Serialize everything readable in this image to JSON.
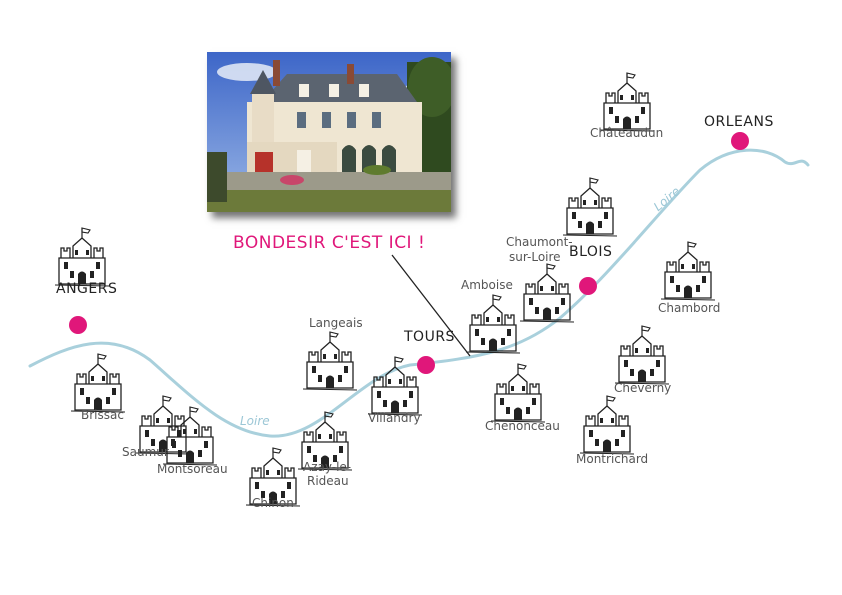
{
  "title": "BONDESIR C'EST ICI !",
  "river": [
    "Loire",
    "Loire"
  ],
  "cities": {
    "angers": "ANGERS",
    "tours": "TOURS",
    "blois": "BLOIS",
    "orleans": "ORLEANS"
  },
  "castles": {
    "brissac": "Brissac",
    "saumur": "Saumur",
    "montsoreau": "Montsoreau",
    "chinon": "Chinon",
    "azay": [
      "Azay-le-",
      "Rideau"
    ],
    "langeais": "Langeais",
    "villandry": "Villandry",
    "amboise": "Amboise",
    "chaumont": [
      "Chaumont-",
      "sur-Loire"
    ],
    "chenonceau": "Chenonceau",
    "chateaudun": "Châteaudun",
    "chambord": "Chambord",
    "cheverny": "Cheverny",
    "montrichard": "Montrichard"
  },
  "colors": {
    "river": "#a9d0dc",
    "city_marker": "#e0177a",
    "headline": "#e0177a",
    "castle_ink": "#222222"
  },
  "icons": {
    "castle": "castle-icon",
    "city": "city-marker-icon"
  }
}
